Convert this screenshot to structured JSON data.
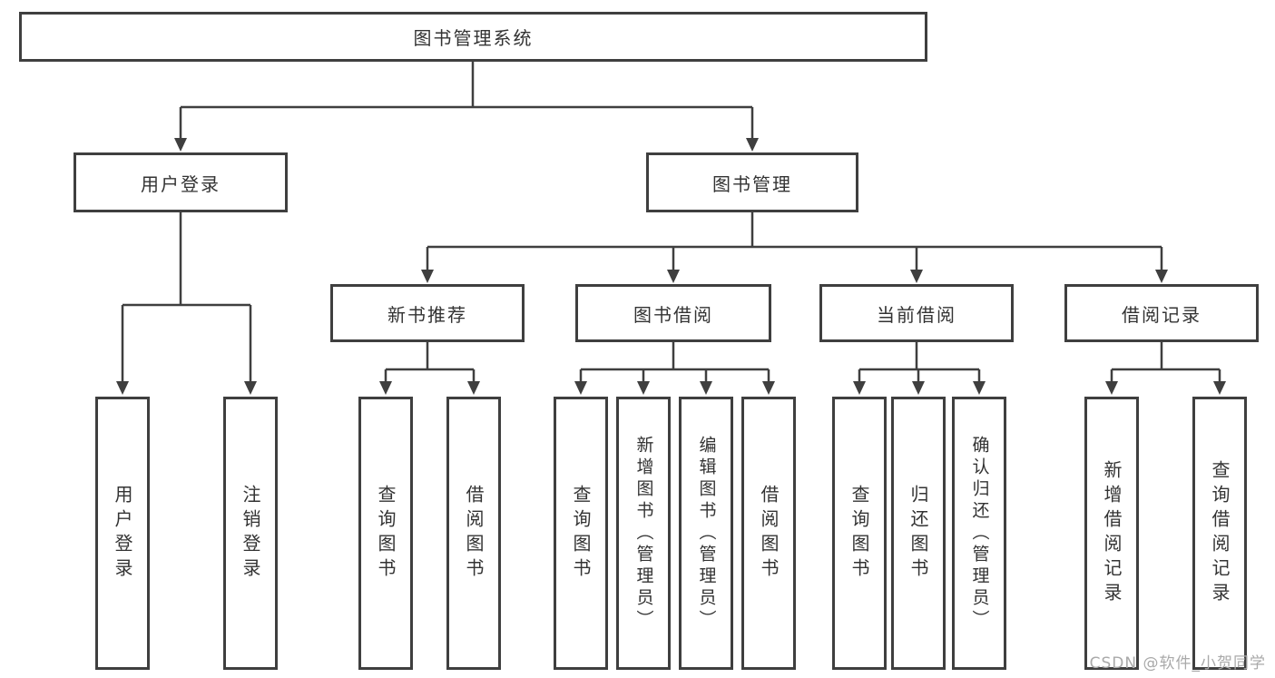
{
  "diagram": {
    "title": "图书管理系统",
    "level2": [
      {
        "label": "用户登录"
      },
      {
        "label": "图书管理"
      }
    ],
    "level3": [
      {
        "label": "新书推荐"
      },
      {
        "label": "图书借阅"
      },
      {
        "label": "当前借阅"
      },
      {
        "label": "借阅记录"
      }
    ],
    "leaves": {
      "login": [
        {
          "label": "用户登录"
        },
        {
          "label": "注销登录"
        }
      ],
      "recommend": [
        {
          "label": "查询图书"
        },
        {
          "label": "借阅图书"
        }
      ],
      "borrow": [
        {
          "label": "查询图书"
        },
        {
          "label": "新增图书（管理员）"
        },
        {
          "label": "编辑图书（管理员）"
        },
        {
          "label": "借阅图书"
        }
      ],
      "current": [
        {
          "label": "查询图书"
        },
        {
          "label": "归还图书"
        },
        {
          "label": "确认归还（管理员）"
        }
      ],
      "records": [
        {
          "label": "新增借阅记录"
        },
        {
          "label": "查询借阅记录"
        }
      ]
    },
    "watermark": "CSDN @软件_小贺同学",
    "colors": {
      "line": "#3f3f3f",
      "box_border": "#3f3f3f",
      "box_fill": "#ffffff",
      "text": "#333333",
      "watermark": "#a9a9a9",
      "background": "#ffffff"
    }
  }
}
